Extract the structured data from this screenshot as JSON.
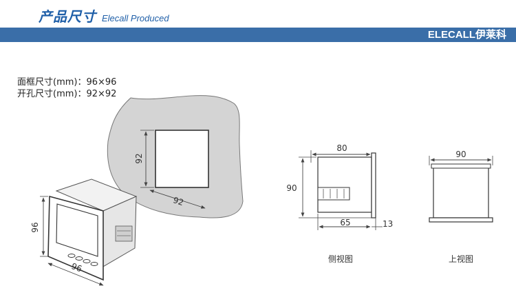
{
  "header": {
    "title_cn": "产品尺寸",
    "title_en": "Elecall Produced",
    "brand": "ELECALL伊莱科",
    "accent": "#1f5fa8",
    "bar_color": "#3a6ea8"
  },
  "specs": {
    "panel_size": "面框尺寸(mm)：96×96",
    "cutout_size": "开孔尺寸(mm)：92×92"
  },
  "cutout_view": {
    "height_label": "92",
    "width_label": "92"
  },
  "meter_view": {
    "height_label": "96",
    "width_label": "96"
  },
  "side_view": {
    "top_label": "80",
    "height_label": "90",
    "bottom_label": "65",
    "thickness_label": "13",
    "caption": "侧视图"
  },
  "top_view": {
    "width_label": "90",
    "caption": "上视图"
  }
}
